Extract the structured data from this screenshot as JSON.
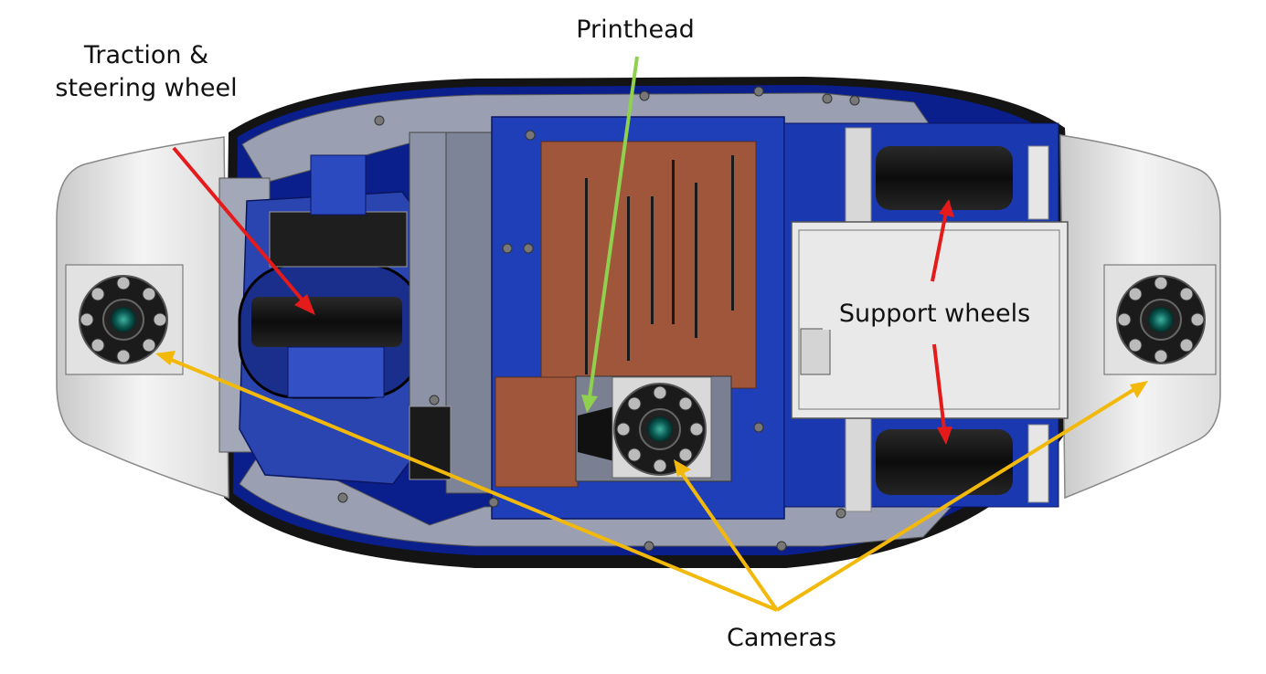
{
  "labels": {
    "traction_line1": "Traction &",
    "traction_line2": "steering wheel",
    "printhead": "Printhead",
    "support_wheels": "Support wheels",
    "cameras": "Cameras"
  },
  "colors": {
    "arrow_red": "#e51a1a",
    "arrow_green": "#8fd14f",
    "arrow_yellow": "#f2b90a",
    "chassis_blue": "#1f3fb8",
    "deep_blue": "#0a1e8c",
    "plate_gray": "#9aa0b2",
    "shell_white": "#f0f0f0",
    "rim_black": "#141414",
    "pcb_brown": "#a0563a"
  }
}
